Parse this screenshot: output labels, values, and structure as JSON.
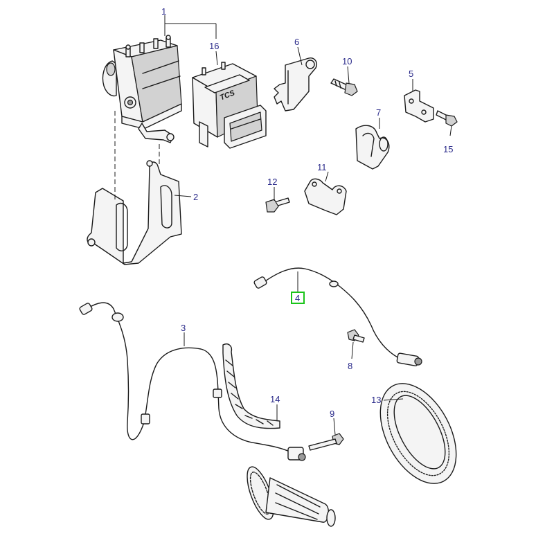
{
  "callouts": [
    {
      "id": "1",
      "label": "1",
      "highlighted": false
    },
    {
      "id": "2",
      "label": "2",
      "highlighted": false
    },
    {
      "id": "3",
      "label": "3",
      "highlighted": false
    },
    {
      "id": "4",
      "label": "4",
      "highlighted": true
    },
    {
      "id": "5",
      "label": "5",
      "highlighted": false
    },
    {
      "id": "6",
      "label": "6",
      "highlighted": false
    },
    {
      "id": "7",
      "label": "7",
      "highlighted": false
    },
    {
      "id": "8",
      "label": "8",
      "highlighted": false
    },
    {
      "id": "9",
      "label": "9",
      "highlighted": false
    },
    {
      "id": "10",
      "label": "10",
      "highlighted": false
    },
    {
      "id": "11",
      "label": "11",
      "highlighted": false
    },
    {
      "id": "12",
      "label": "12",
      "highlighted": false
    },
    {
      "id": "13",
      "label": "13",
      "highlighted": false
    },
    {
      "id": "14",
      "label": "14",
      "highlighted": false
    },
    {
      "id": "15",
      "label": "15",
      "highlighted": false
    },
    {
      "id": "16",
      "label": "16",
      "highlighted": false
    }
  ],
  "module_text": "TCS",
  "colors": {
    "callout_text": "#2a2a8a",
    "highlight": "#19c419",
    "line": "#1a1a1a"
  }
}
